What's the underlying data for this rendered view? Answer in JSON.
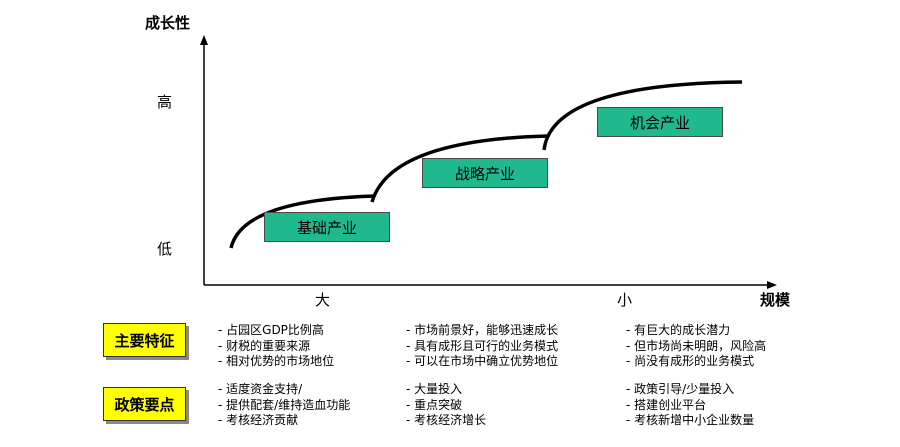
{
  "diagram": {
    "y_axis_title": "成长性",
    "x_axis_title": "规模",
    "y_high": "高",
    "y_low": "低",
    "x_big": "大",
    "x_small": "小",
    "boxes": [
      "基础产业",
      "战略产业",
      "机会产业"
    ]
  },
  "table": {
    "row1_label": "主要特征",
    "row2_label": "政策要点",
    "row1": [
      [
        "- 占园区GDP比例高",
        "- 财税的重要来源",
        "- 相对优势的市场地位"
      ],
      [
        "- 市场前景好，能够迅速成长",
        "- 具有成形且可行的业务模式",
        "- 可以在市场中确立优势地位"
      ],
      [
        "- 有巨大的成长潜力",
        "- 但市场尚未明朗，风险高",
        "- 尚没有成形的业务模式"
      ]
    ],
    "row2": [
      [
        "- 适度资金支持/",
        "- 提供配套/维持造血功能",
        "- 考核经济贡献"
      ],
      [
        "- 大量投入",
        "- 重点突破",
        "- 考核经济增长"
      ],
      [
        "- 政策引导/少量投入",
        "- 搭建创业平台",
        "- 考核新增中小企业数量"
      ]
    ]
  },
  "colors": {
    "box_fill": "#1fb98d",
    "label_fill": "#ffff00"
  }
}
